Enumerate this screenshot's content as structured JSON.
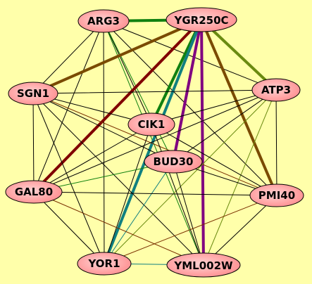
{
  "background": "#ffffaa",
  "node_fill": "#ff8f90",
  "node_fill_light": "#ffd3d3",
  "nodes": [
    {
      "id": "arg3",
      "label": "ARG3"
    },
    {
      "id": "ygr250c",
      "label": "YGR250C"
    },
    {
      "id": "sgn1",
      "label": "SGN1"
    },
    {
      "id": "atp3",
      "label": "ATP3"
    },
    {
      "id": "cik1",
      "label": "CIK1"
    },
    {
      "id": "bud30",
      "label": "BUD30"
    },
    {
      "id": "gal80",
      "label": "GAL80"
    },
    {
      "id": "pmi40",
      "label": "PMI40"
    },
    {
      "id": "yor1",
      "label": "YOR1"
    },
    {
      "id": "yml002w",
      "label": "YML002W"
    }
  ],
  "edges": [
    {
      "from": "arg3",
      "to": "ygr250c",
      "color": "#108010",
      "weight": "heavy"
    },
    {
      "from": "arg3",
      "to": "sgn1",
      "color": "#000000",
      "weight": "thin"
    },
    {
      "from": "arg3",
      "to": "atp3",
      "color": "#000000",
      "weight": "thin"
    },
    {
      "from": "arg3",
      "to": "gal80",
      "color": "#000000",
      "weight": "thin"
    },
    {
      "from": "arg3",
      "to": "yor1",
      "color": "#000000",
      "weight": "thin"
    },
    {
      "from": "arg3",
      "to": "yml002w",
      "color": "#108010",
      "weight": "thin"
    },
    {
      "from": "arg3",
      "to": "pmi40",
      "color": "#000000",
      "weight": "thin"
    },
    {
      "from": "arg3",
      "to": "cik1",
      "color": "#000000",
      "weight": "thin"
    },
    {
      "from": "arg3",
      "to": "bud30",
      "color": "#108010",
      "weight": "thin"
    },
    {
      "from": "ygr250c",
      "to": "sgn1",
      "color": "#7a4a00",
      "weight": "heavy"
    },
    {
      "from": "ygr250c",
      "to": "atp3",
      "color": "#6a8a10",
      "weight": "heavy"
    },
    {
      "from": "ygr250c",
      "to": "gal80",
      "color": "#800000",
      "weight": "heavy"
    },
    {
      "from": "ygr250c",
      "to": "cik1",
      "color": "#108010",
      "weight": "heavy"
    },
    {
      "from": "ygr250c",
      "to": "bud30",
      "color": "#800080",
      "weight": "heavy"
    },
    {
      "from": "ygr250c",
      "to": "yor1",
      "color": "#108080",
      "weight": "heavy"
    },
    {
      "from": "ygr250c",
      "to": "yml002w",
      "color": "#800080",
      "weight": "heavy"
    },
    {
      "from": "ygr250c",
      "to": "pmi40",
      "color": "#7a4a00",
      "weight": "heavy"
    },
    {
      "from": "sgn1",
      "to": "atp3",
      "color": "#000000",
      "weight": "thin"
    },
    {
      "from": "sgn1",
      "to": "cik1",
      "color": "#000000",
      "weight": "thin"
    },
    {
      "from": "sgn1",
      "to": "bud30",
      "color": "#000000",
      "weight": "thin"
    },
    {
      "from": "sgn1",
      "to": "gal80",
      "color": "#000000",
      "weight": "thin"
    },
    {
      "from": "sgn1",
      "to": "pmi40",
      "color": "#7a3000",
      "weight": "thin"
    },
    {
      "from": "sgn1",
      "to": "yor1",
      "color": "#000000",
      "weight": "thin"
    },
    {
      "from": "sgn1",
      "to": "yml002w",
      "color": "#000000",
      "weight": "thin"
    },
    {
      "from": "atp3",
      "to": "cik1",
      "color": "#000000",
      "weight": "thin"
    },
    {
      "from": "atp3",
      "to": "bud30",
      "color": "#000000",
      "weight": "thin"
    },
    {
      "from": "atp3",
      "to": "gal80",
      "color": "#000000",
      "weight": "thin"
    },
    {
      "from": "atp3",
      "to": "pmi40",
      "color": "#000000",
      "weight": "thin"
    },
    {
      "from": "atp3",
      "to": "yor1",
      "color": "#6a8a10",
      "weight": "thin"
    },
    {
      "from": "atp3",
      "to": "yml002w",
      "color": "#6a8a10",
      "weight": "thin"
    },
    {
      "from": "cik1",
      "to": "gal80",
      "color": "#000000",
      "weight": "thin"
    },
    {
      "from": "cik1",
      "to": "pmi40",
      "color": "#000000",
      "weight": "thin"
    },
    {
      "from": "cik1",
      "to": "yor1",
      "color": "#000000",
      "weight": "thin"
    },
    {
      "from": "cik1",
      "to": "yml002w",
      "color": "#000000",
      "weight": "thin"
    },
    {
      "from": "bud30",
      "to": "gal80",
      "color": "#108010",
      "weight": "thin"
    },
    {
      "from": "bud30",
      "to": "pmi40",
      "color": "#000000",
      "weight": "thin"
    },
    {
      "from": "bud30",
      "to": "yor1",
      "color": "#108080",
      "weight": "thin"
    },
    {
      "from": "bud30",
      "to": "yml002w",
      "color": "#000000",
      "weight": "thin"
    },
    {
      "from": "gal80",
      "to": "pmi40",
      "color": "#000000",
      "weight": "thin"
    },
    {
      "from": "gal80",
      "to": "yor1",
      "color": "#000000",
      "weight": "thin"
    },
    {
      "from": "gal80",
      "to": "yml002w",
      "color": "#7a3000",
      "weight": "thin"
    },
    {
      "from": "pmi40",
      "to": "yor1",
      "color": "#7a3000",
      "weight": "thin"
    },
    {
      "from": "pmi40",
      "to": "yml002w",
      "color": "#000000",
      "weight": "thin"
    },
    {
      "from": "yor1",
      "to": "yml002w",
      "color": "#108080",
      "weight": "thin"
    }
  ]
}
